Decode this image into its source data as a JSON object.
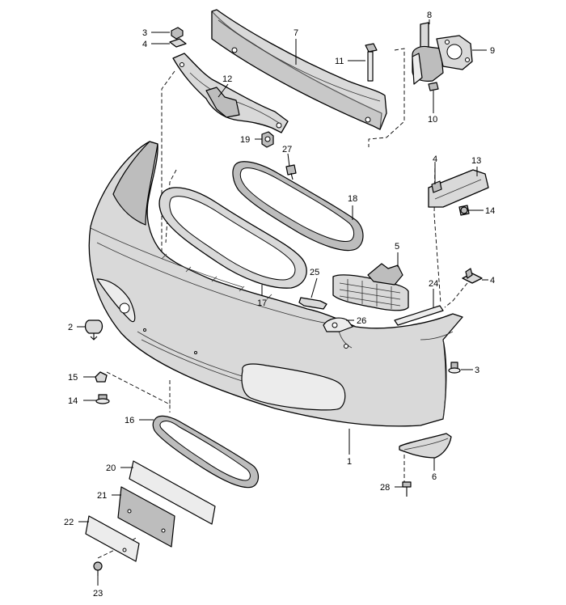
{
  "callouts": {
    "c1": "1",
    "c2": "2",
    "c3a": "3",
    "c3b": "3",
    "c4a": "4",
    "c4b": "4",
    "c4c": "4",
    "c5": "5",
    "c6": "6",
    "c7": "7",
    "c8": "8",
    "c9": "9",
    "c10": "10",
    "c11": "11",
    "c12": "12",
    "c13": "13",
    "c14a": "14",
    "c14b": "14",
    "c15": "15",
    "c16": "16",
    "c17": "17",
    "c18": "18",
    "c19": "19",
    "c20": "20",
    "c21": "21",
    "c22": "22",
    "c23": "23",
    "c24": "24",
    "c25": "25",
    "c26": "26",
    "c27": "27",
    "c28": "28"
  }
}
